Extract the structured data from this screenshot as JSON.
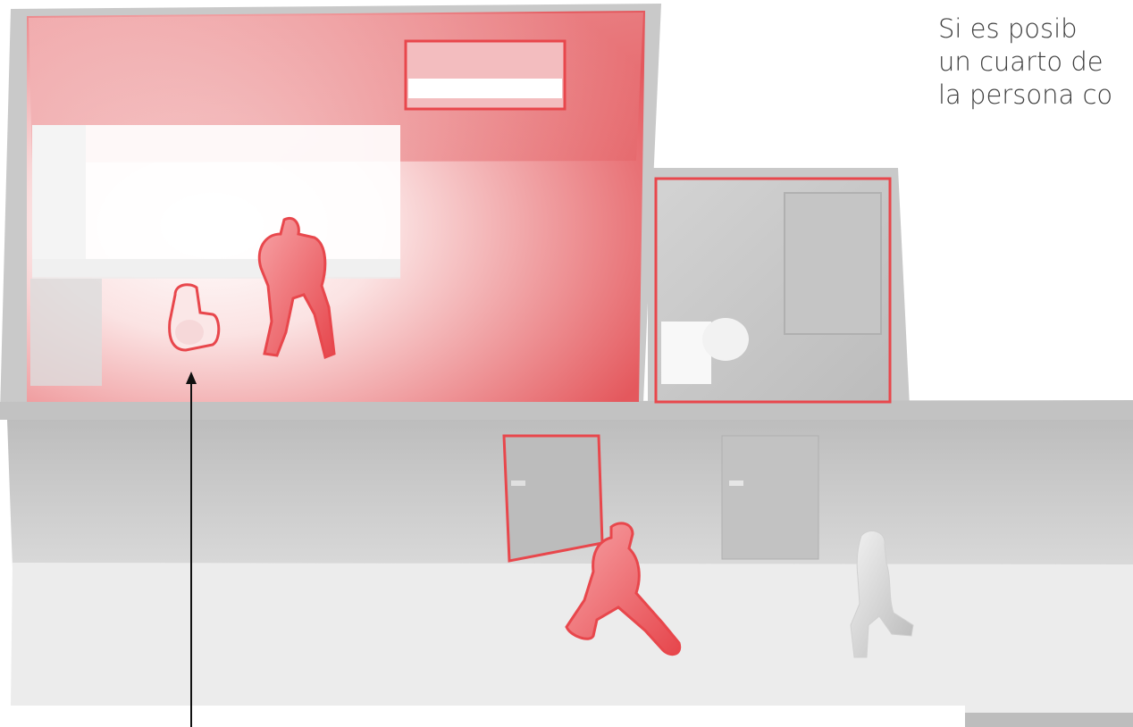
{
  "caption": {
    "lines": [
      "Si es posib",
      "un cuarto de",
      "la persona co"
    ]
  },
  "colors": {
    "accent": "#e8474c",
    "accent_fill": "#f27c80",
    "wall": "#c7c7c7",
    "floor": "#eeeeee",
    "text": "#3d3d3d"
  },
  "scene": {
    "highlighted_items": [
      "window",
      "wheelchair",
      "standing-person",
      "bathroom",
      "door",
      "walking-person"
    ],
    "other_items": [
      "second-door",
      "grey-person"
    ],
    "pointer_arrow_target": "wheelchair"
  }
}
